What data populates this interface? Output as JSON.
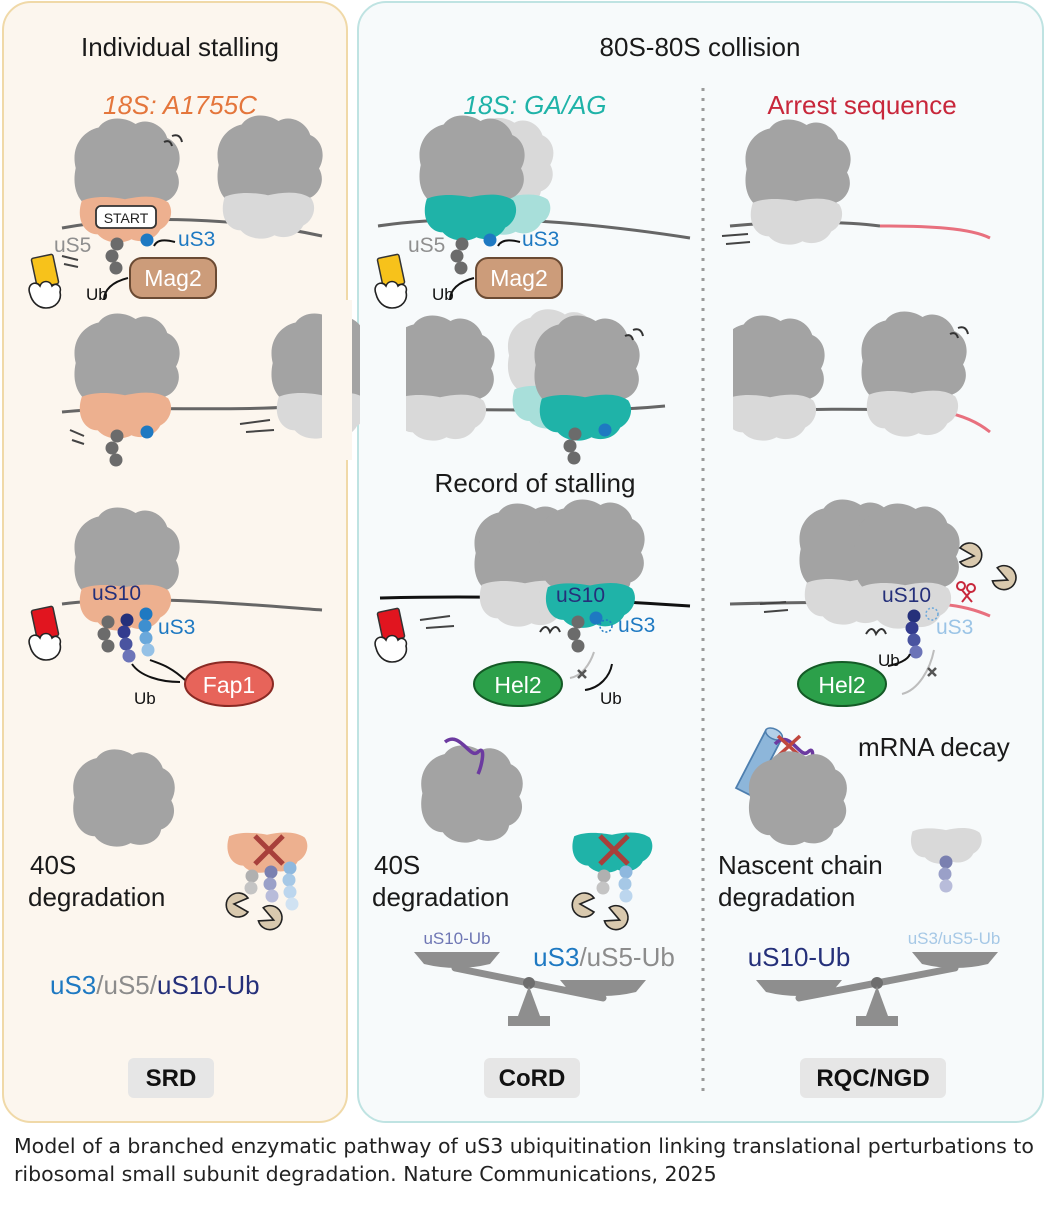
{
  "panels": {
    "left": {
      "title": "Individual stalling",
      "subtitle": "18S: A1755C",
      "start_label": "START",
      "us5": "uS5",
      "us3": "uS3",
      "mag2": "Mag2",
      "ub1": "Ub",
      "us10": "uS10",
      "us3b": "uS3",
      "fap1": "Fap1",
      "ub2": "Ub",
      "deg_line1": "40S",
      "deg_line2": "degradation",
      "ub_summary": {
        "a": "uS3",
        "b": "/uS5/",
        "c": "uS10-Ub"
      },
      "badge": "SRD"
    },
    "right": {
      "title": "80S-80S collision",
      "middle": {
        "subtitle": "18S: GA/AG",
        "us5": "uS5",
        "us3": "uS3",
        "mag2": "Mag2",
        "ub1": "Ub",
        "record": "Record of stalling",
        "us10": "uS10",
        "us3b": "uS3",
        "hel2": "Hel2",
        "ub2": "Ub",
        "deg_line1": "40S",
        "deg_line2": "degradation",
        "scale_left": "uS10-Ub",
        "scale_right": {
          "a": "uS3",
          "b": "/uS5-Ub"
        },
        "badge": "CoRD"
      },
      "arrest": {
        "subtitle": "Arrest sequence",
        "us10": "uS10",
        "us3": "uS3",
        "ub": "Ub",
        "hel2": "Hel2",
        "mrna_decay": "mRNA decay",
        "deg_line1": "Nascent chain",
        "deg_line2": "degradation",
        "scale_left": "uS10-Ub",
        "scale_right": "uS3/uS5-Ub",
        "badge": "RQC/NGD"
      }
    }
  },
  "caption": {
    "line1": "Model of a branched enzymatic pathway of uS3 ubiquitination linking translational perturbations to",
    "line2": "ribosomal small subunit degradation. Nature Communications, 2025"
  },
  "colors": {
    "orange_subunit": "#EDB08F",
    "teal_subunit": "#1FB3A8",
    "gray_ribosome": "#A3A3A3",
    "light_gray": "#D9D9D9",
    "us3_blue": "#1E79C2",
    "us10_navy": "#25307A",
    "arrest_red": "#C8273B",
    "subtitle_orange": "#E4763C",
    "subtitle_teal": "#1FB3A8",
    "mag2_brown": "#CC9C7A",
    "fap1_red": "#E7645A",
    "hel2_green": "#2CA04A"
  },
  "icons": [
    "yellow-card-icon",
    "red-card-icon",
    "pacman-icon",
    "scissors-icon",
    "proteasome-icon",
    "cross-icon",
    "balance-scale-icon"
  ]
}
